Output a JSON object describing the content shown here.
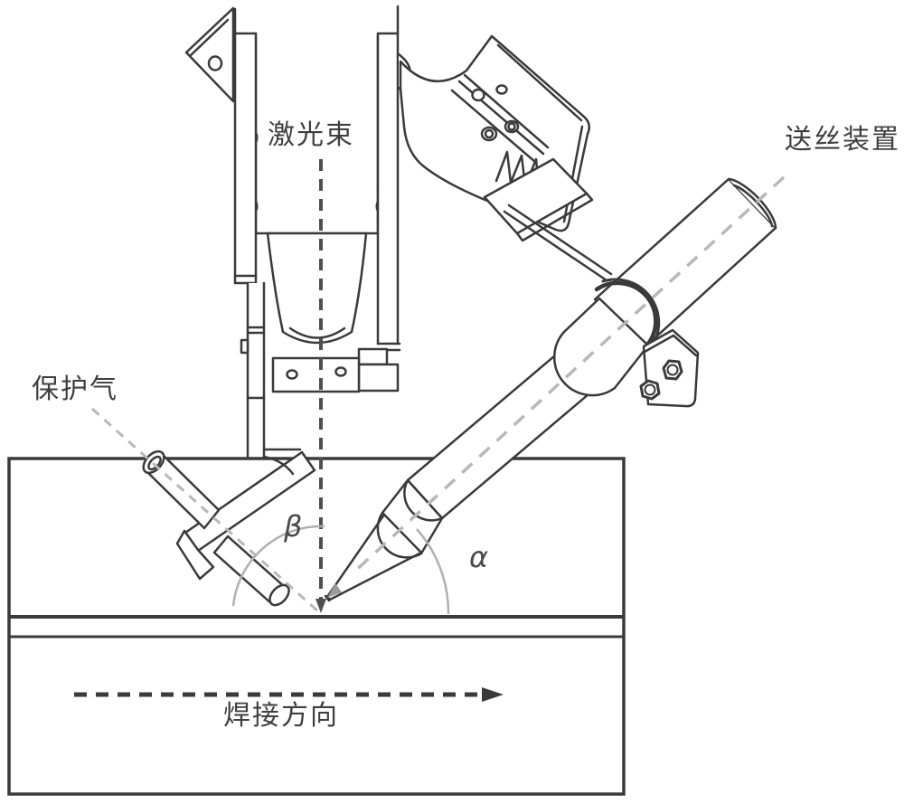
{
  "figure": {
    "type": "patent-technical-diagram",
    "subject": "laser wire-feed welding head setup",
    "background_color": "#ffffff",
    "outline_color": "#3a3a3a",
    "centerline_color": "#b8b8b8",
    "arc_color": "#b0b0b0",
    "labels": {
      "laser_beam": "激光束",
      "wire_feeder": "送丝装置",
      "shielding_gas": "保护气",
      "welding_direction": "焊接方向",
      "wire_angle": "α",
      "gas_angle": "β"
    }
  }
}
